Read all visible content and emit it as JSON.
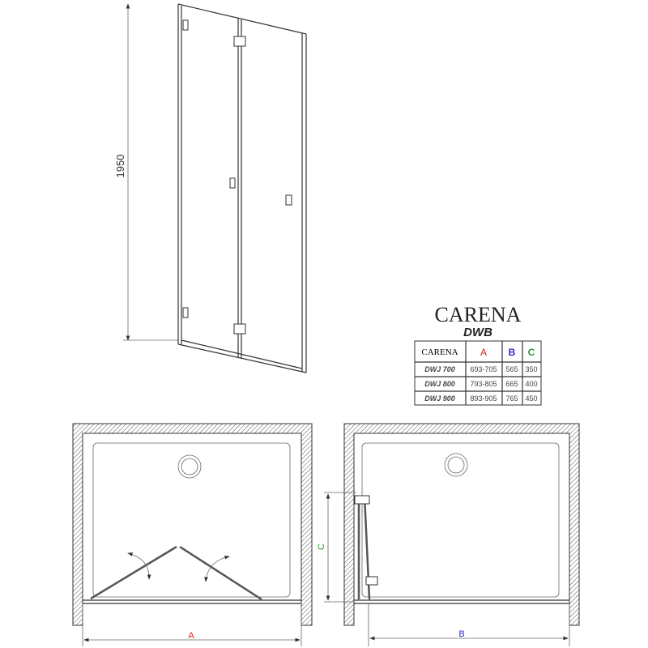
{
  "elevation": {
    "height_label": "1950"
  },
  "product": {
    "title": "CARENA",
    "subtitle": "DWB"
  },
  "table": {
    "header": {
      "model": "CARENA",
      "a": "A",
      "b": "B",
      "c": "C"
    },
    "rows": [
      {
        "model": "DWJ 700",
        "a": "693-705",
        "b": "565",
        "c": "350"
      },
      {
        "model": "DWJ 800",
        "a": "793-805",
        "b": "665",
        "c": "400"
      },
      {
        "model": "DWJ 900",
        "a": "893-905",
        "b": "765",
        "c": "450"
      }
    ]
  },
  "plan_closed": {
    "dim_label": "A"
  },
  "plan_open": {
    "width_label": "B",
    "depth_label": "C"
  },
  "colors": {
    "a": "#d42020",
    "b": "#2a2ad0",
    "c": "#2a9a2a"
  }
}
